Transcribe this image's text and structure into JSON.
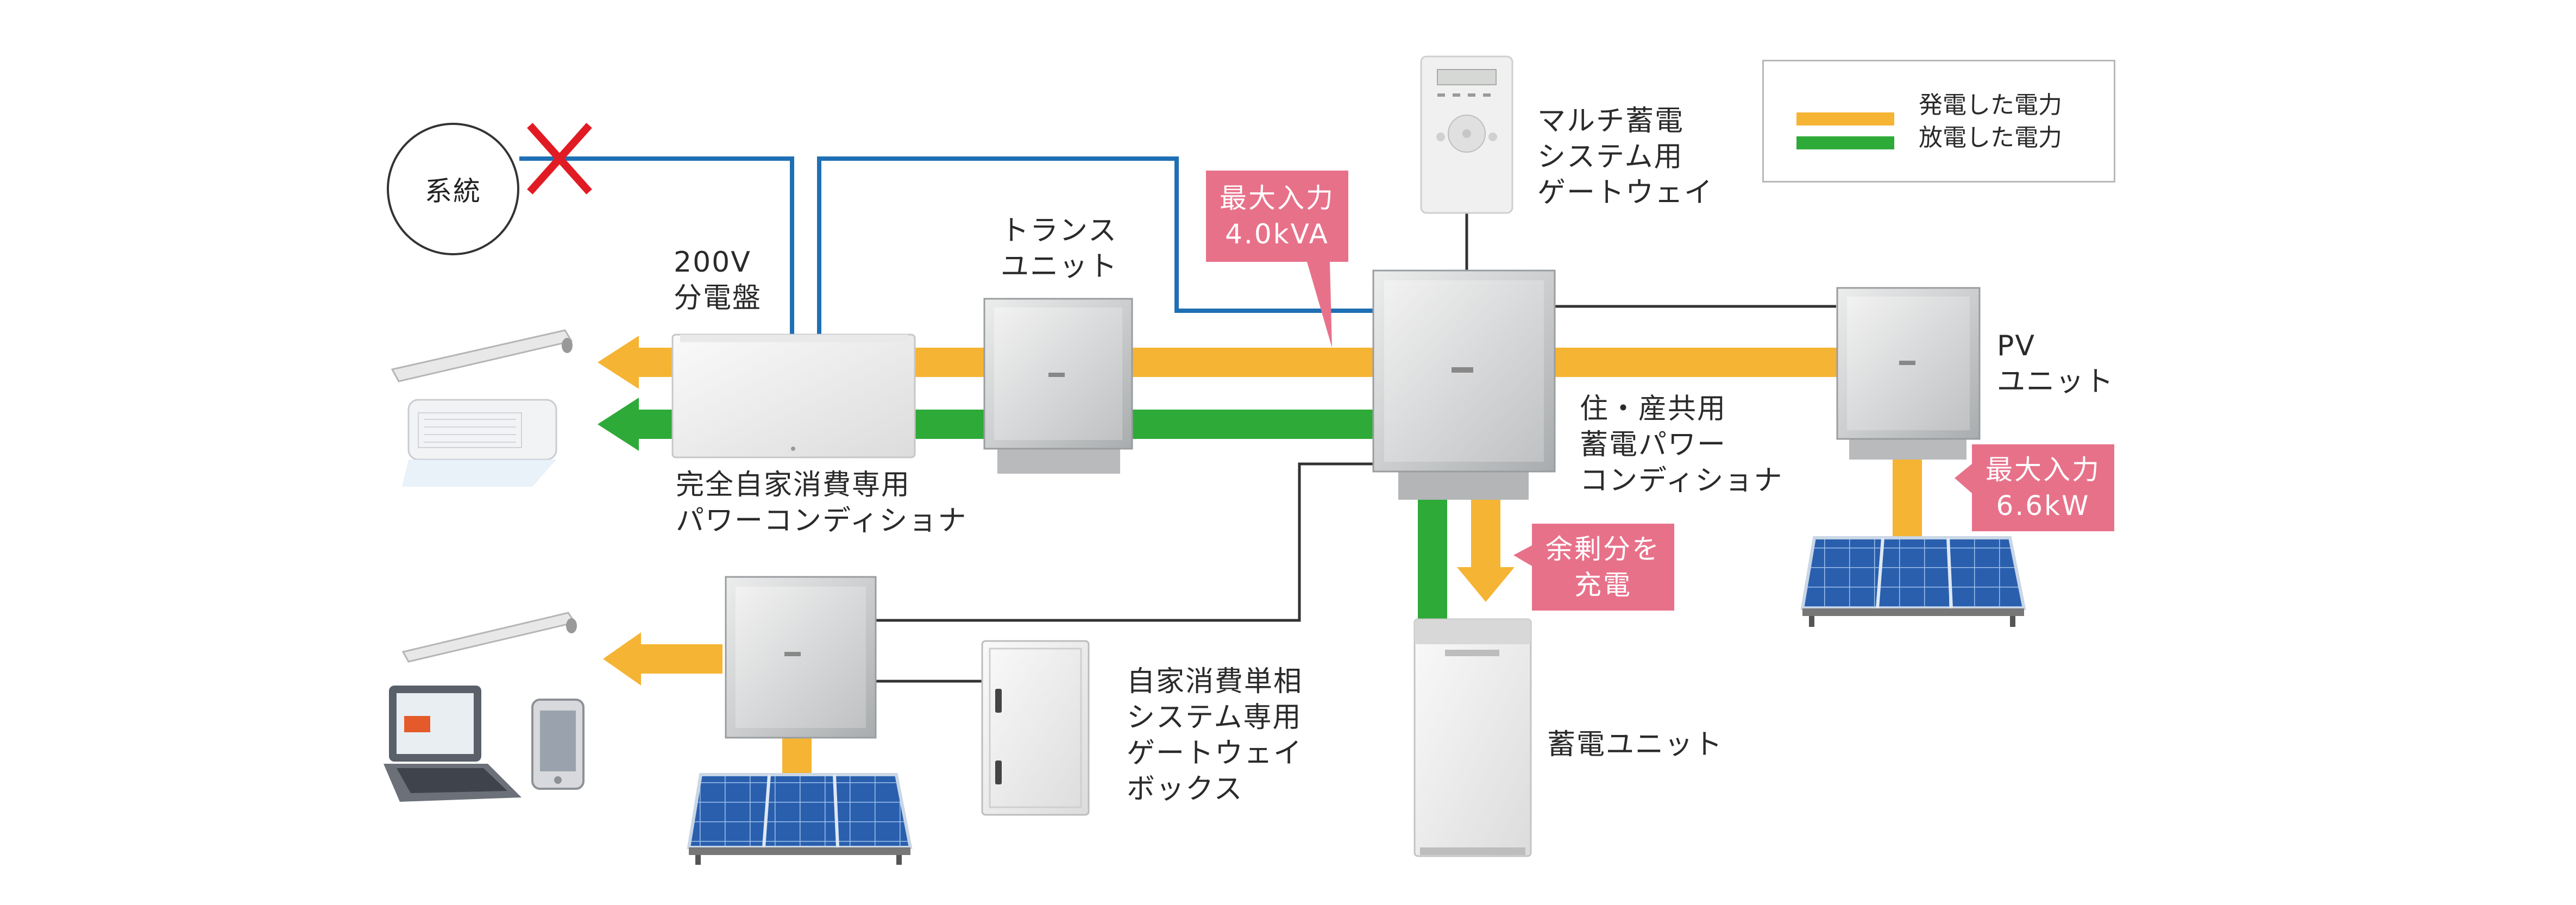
{
  "colors": {
    "generated": "#f5b433",
    "discharged": "#2eaa38",
    "grid_line": "#1f6fb4",
    "signal_line": "#333333",
    "callout": "#e8718a",
    "cross": "#e11b24",
    "panel_blue": "#2a5fae"
  },
  "legend": {
    "generated_label": "発電した電力",
    "discharged_label": "放電した電力"
  },
  "labels": {
    "grid": "系統",
    "distribution_board": "200V\n分電盤",
    "full_self_pcs": "完全自家消費専用\nパワーコンディショナ",
    "trans_unit": "トランス\nユニット",
    "multi_gateway": "マルチ蓄電\nシステム用\nゲートウェイ",
    "storage_pcs": "住・産共用\n蓄電パワー\nコンディショナ",
    "pv_unit": "PV\nユニット",
    "storage_unit": "蓄電ユニット",
    "single_phase_box": "自家消費単相\nシステム専用\nゲートウェイ\nボックス"
  },
  "callouts": {
    "max_input_kva": "最大入力\n4.0kVA",
    "max_input_kw": "最大入力\n6.6kW",
    "surplus_charge": "余剰分を\n充電"
  },
  "icons": {
    "grid_disconnected": "cross-icon",
    "air_conditioner": "air-conditioner-icon",
    "ceiling_light": "ceiling-light-icon",
    "laptop": "laptop-icon",
    "smartphone": "smartphone-icon",
    "solar_panel": "solar-panel-icon"
  }
}
